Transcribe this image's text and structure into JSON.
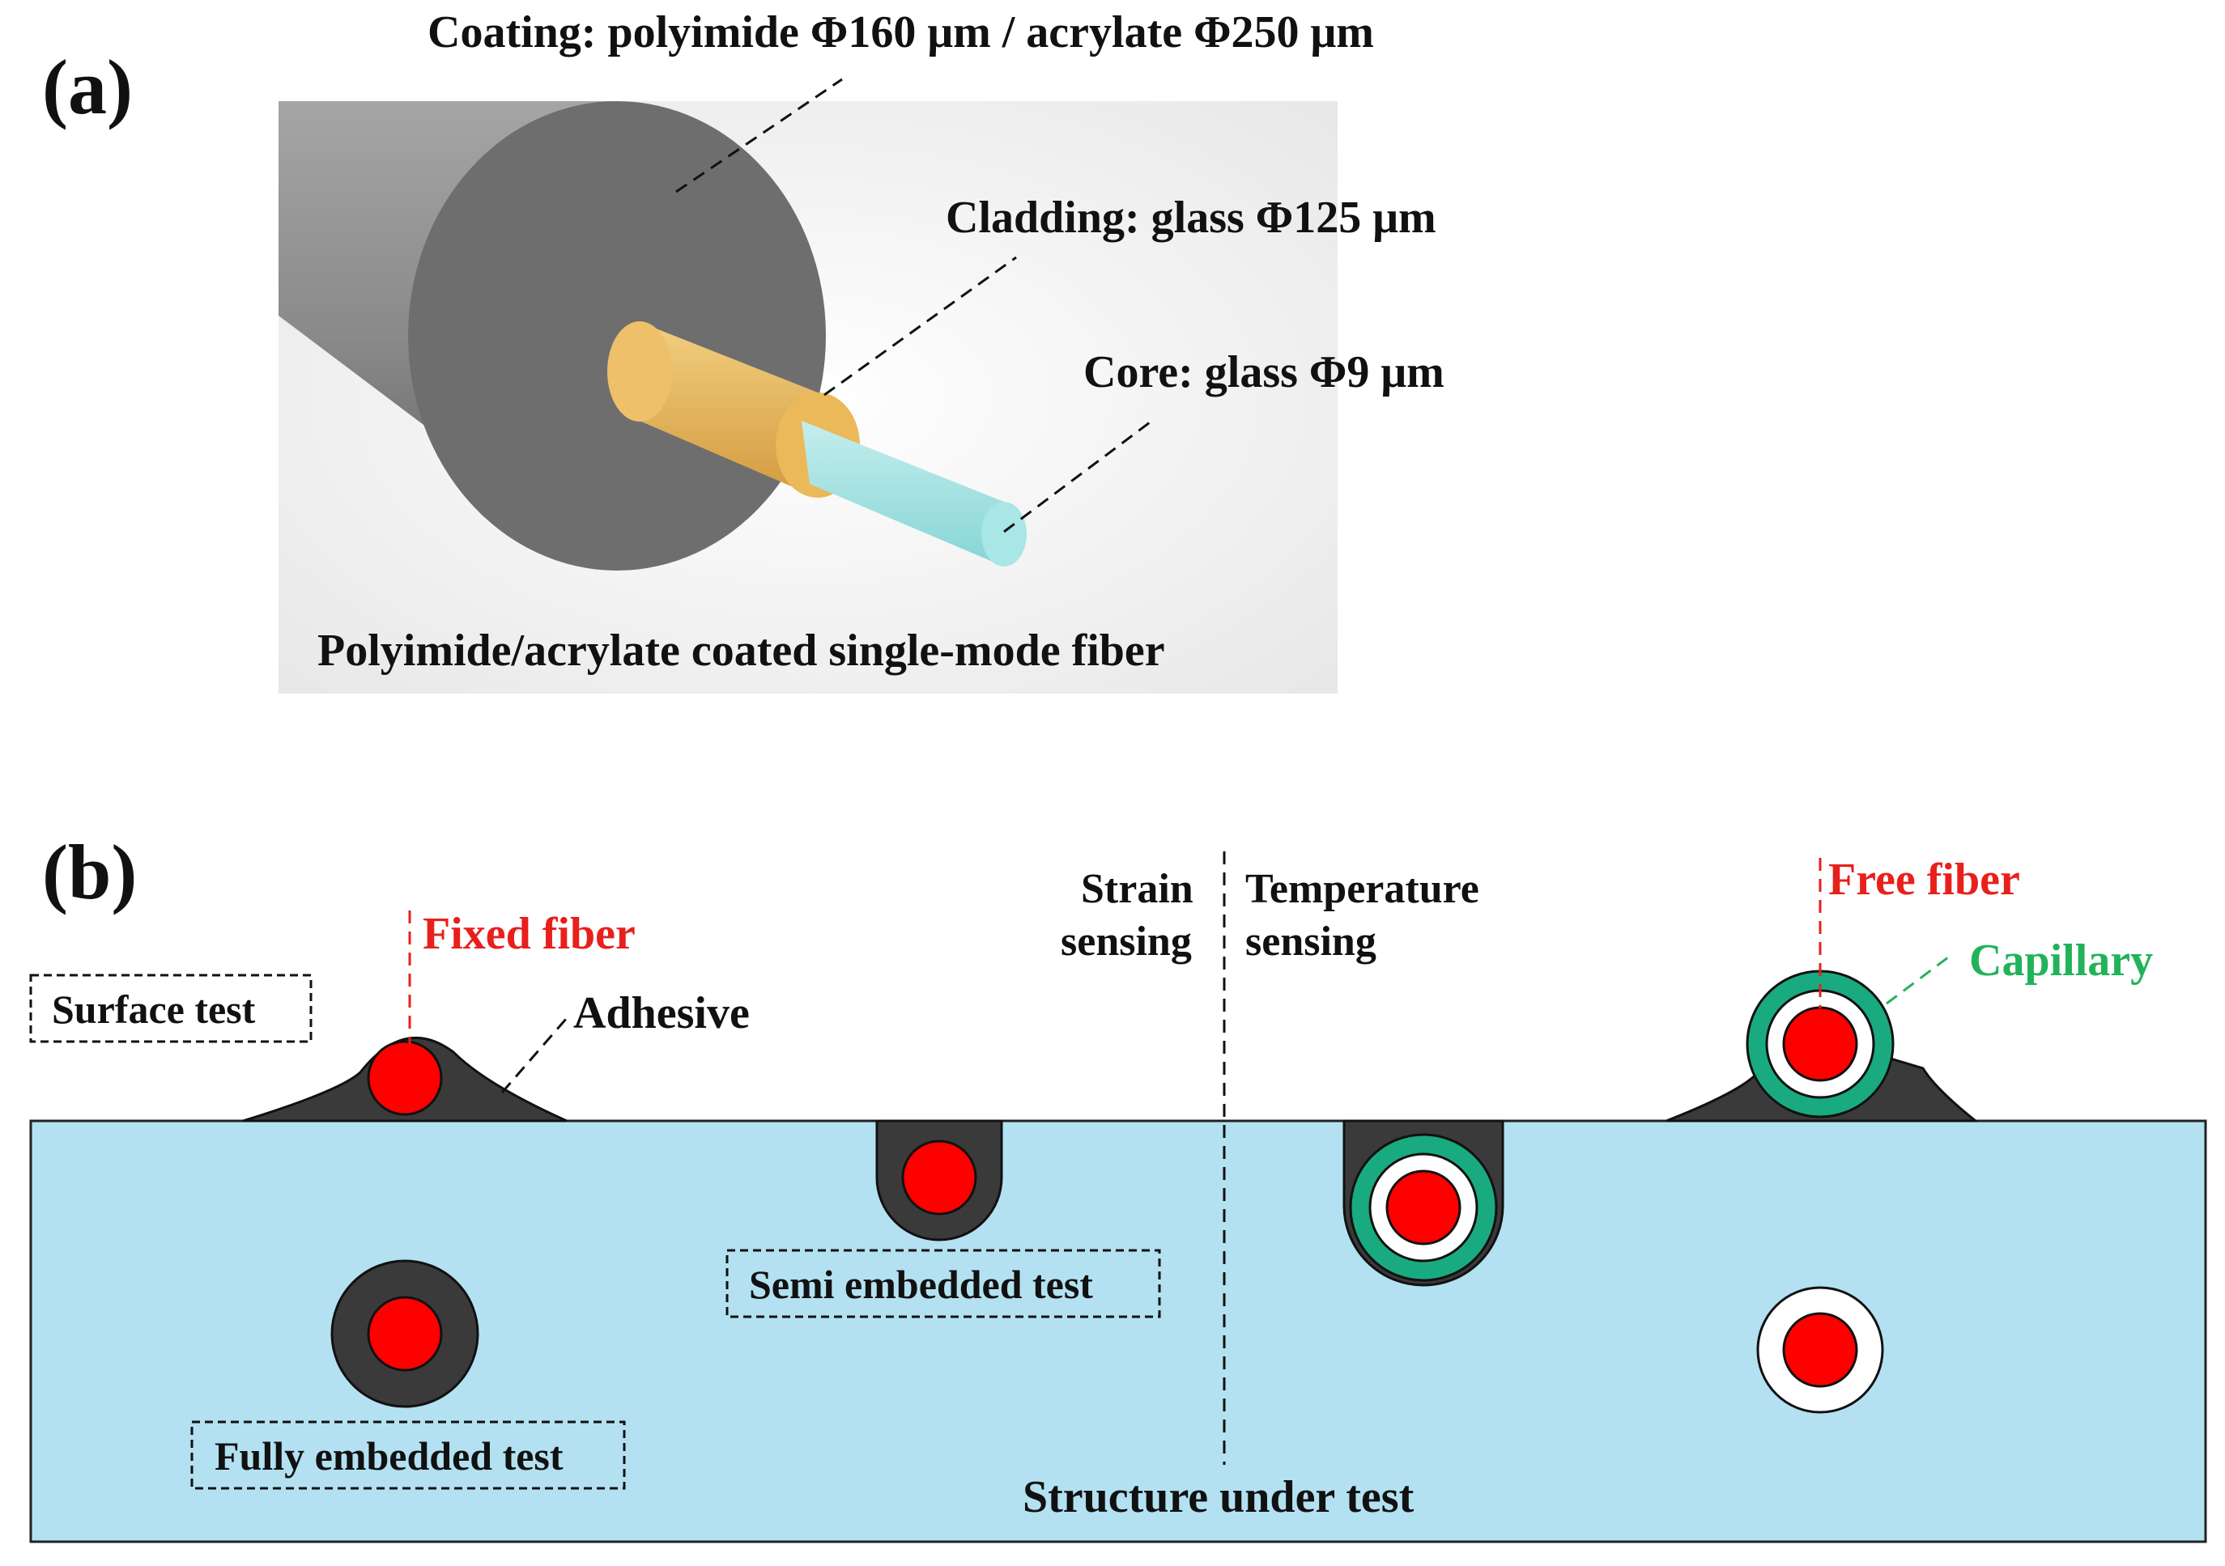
{
  "panel_a": {
    "label": "(a)",
    "coating_label": "Coating: polyimide Φ160 μm / acrylate Φ250 μm",
    "cladding_label": "Cladding: glass Φ125 μm",
    "core_label": "Core: glass Φ9 μm",
    "caption": "Polyimide/acrylate coated single-mode fiber",
    "colors": {
      "coating": "#6e6e6e",
      "cladding": "#e8b456",
      "core": "#a9e6e6"
    }
  },
  "panel_b": {
    "label": "(b)",
    "strain_label": [
      "Strain",
      "sensing"
    ],
    "temperature_label": [
      "Temperature",
      "sensing"
    ],
    "fixed_fiber_label": "Fixed fiber",
    "free_fiber_label": "Free fiber",
    "adhesive_label": "Adhesive",
    "capillary_label": "Capillary",
    "surface_test_label": "Surface test",
    "semi_embedded_label": "Semi embedded test",
    "fully_embedded_label": "Fully embedded test",
    "structure_label": "Structure under test",
    "colors": {
      "structure": "#b3e1f1",
      "fiber": "#ff0000",
      "adhesive": "#3a3a3a",
      "capillary": "#1aaa80",
      "fiber_label": "#e8201c",
      "capillary_label": "#22b35a"
    }
  }
}
